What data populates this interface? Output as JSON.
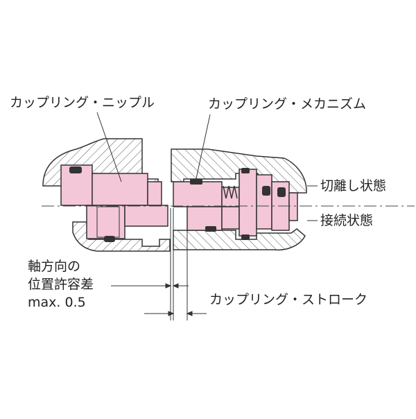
{
  "labels": {
    "nipple": "カップリング・ニップル",
    "mechanism": "カップリング・メカニズム",
    "disconnected": "切離し状態",
    "connected": "接続状態",
    "axial_tolerance": [
      "軸方向の",
      "位置許容差",
      "max. 0.5"
    ],
    "stroke": "カップリング・ストローク"
  },
  "colors": {
    "part_fill": "#f3c6d8",
    "line": "#333333",
    "hatch": "#555555",
    "background": "#ffffff"
  }
}
